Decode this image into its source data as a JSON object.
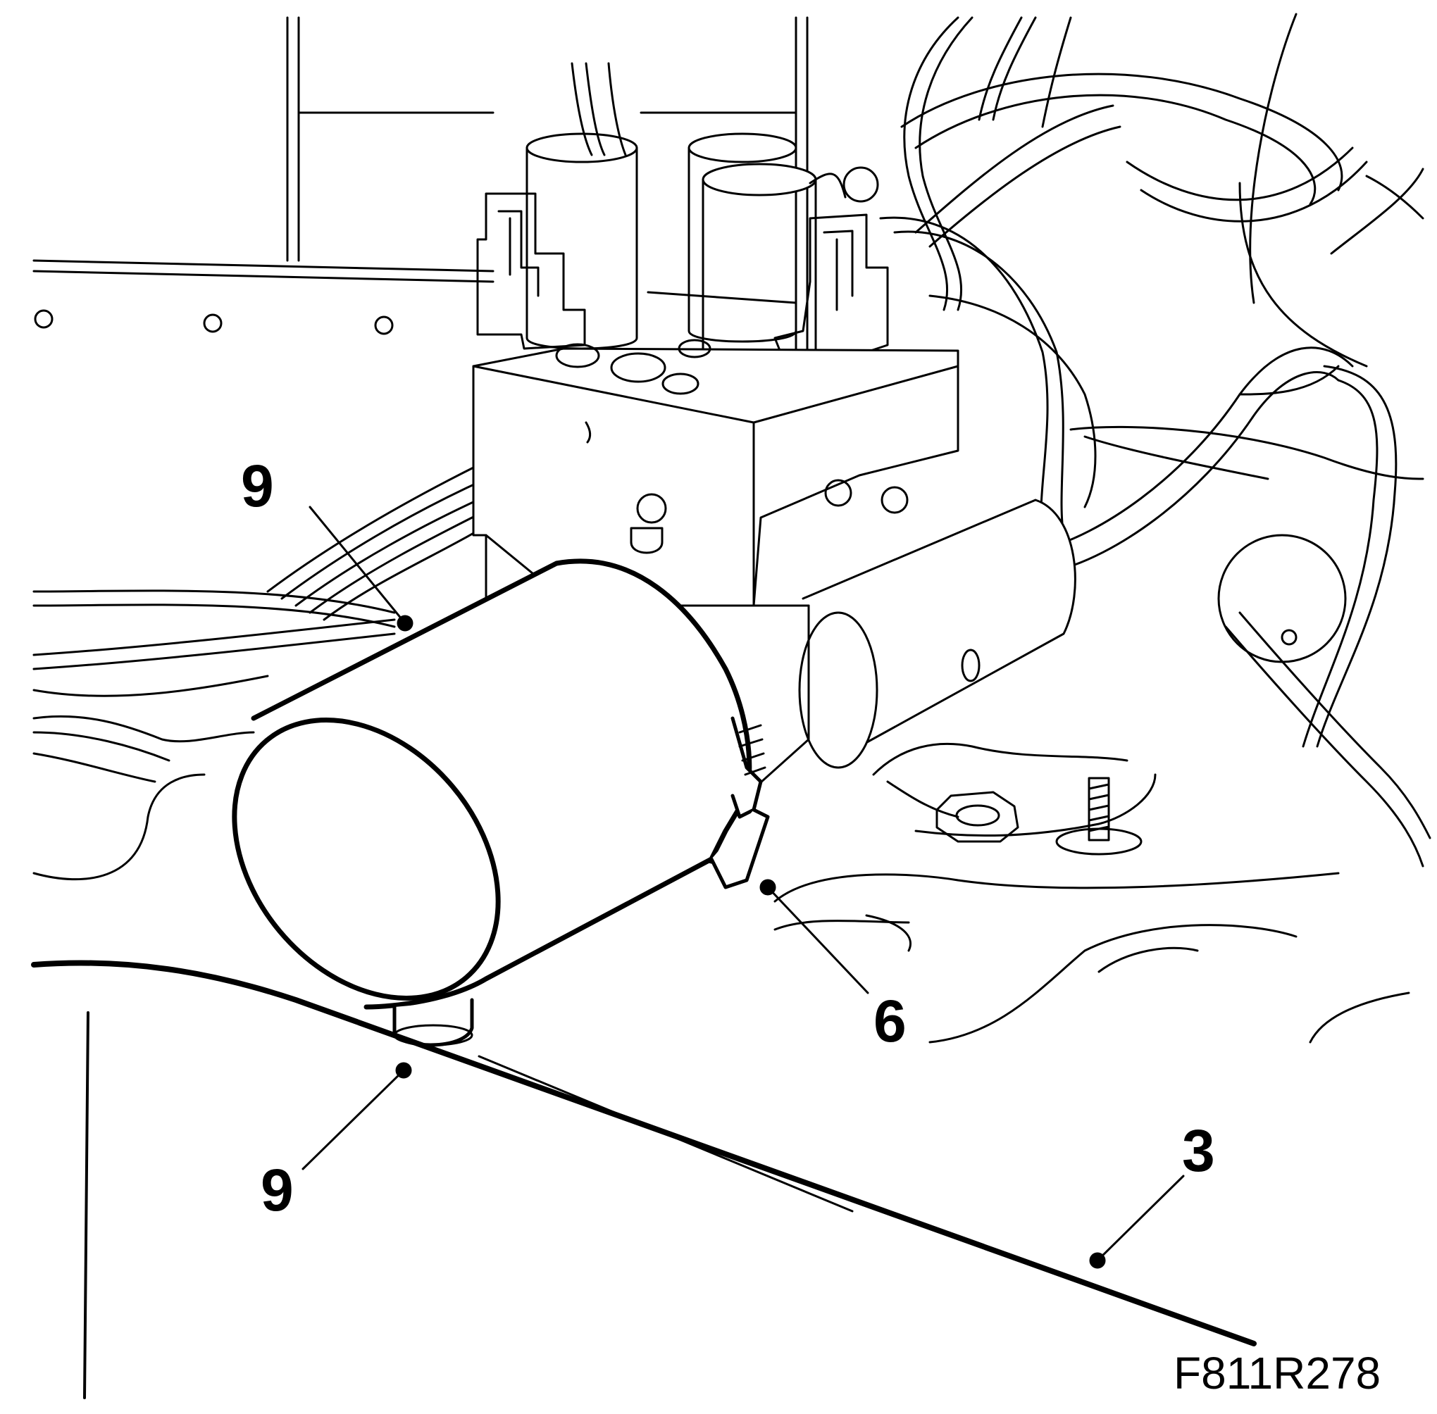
{
  "callouts": {
    "upper_9": "9",
    "lower_9": "9",
    "label_6": "6",
    "label_3": "3"
  },
  "figure_id": "F811R278",
  "colors": {
    "ink": "#000000",
    "paper": "#ffffff"
  }
}
